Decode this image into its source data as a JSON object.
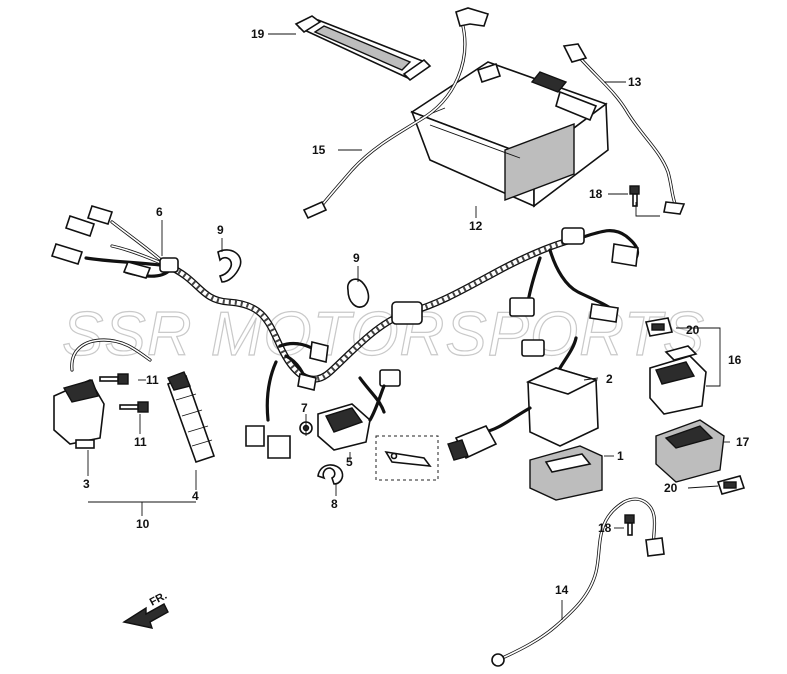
{
  "watermark": "SSR MOTORSPORTS",
  "front_arrow": {
    "label": "FR."
  },
  "callouts": [
    {
      "id": "c1",
      "text": "1"
    },
    {
      "id": "c2",
      "text": "2"
    },
    {
      "id": "c3",
      "text": "3"
    },
    {
      "id": "c4",
      "text": "4"
    },
    {
      "id": "c5",
      "text": "5"
    },
    {
      "id": "c6",
      "text": "6"
    },
    {
      "id": "c7",
      "text": "7"
    },
    {
      "id": "c8",
      "text": "8"
    },
    {
      "id": "c9a",
      "text": "9"
    },
    {
      "id": "c9b",
      "text": "9"
    },
    {
      "id": "c10",
      "text": "10"
    },
    {
      "id": "c11a",
      "text": "11"
    },
    {
      "id": "c11b",
      "text": "11"
    },
    {
      "id": "c12",
      "text": "12"
    },
    {
      "id": "c13",
      "text": "13"
    },
    {
      "id": "c14",
      "text": "14"
    },
    {
      "id": "c15",
      "text": "15"
    },
    {
      "id": "c16",
      "text": "16"
    },
    {
      "id": "c17",
      "text": "17"
    },
    {
      "id": "c18a",
      "text": "18"
    },
    {
      "id": "c18b",
      "text": "18"
    },
    {
      "id": "c19",
      "text": "19"
    },
    {
      "id": "c20a",
      "text": "20"
    },
    {
      "id": "c20b",
      "text": "20"
    }
  ]
}
